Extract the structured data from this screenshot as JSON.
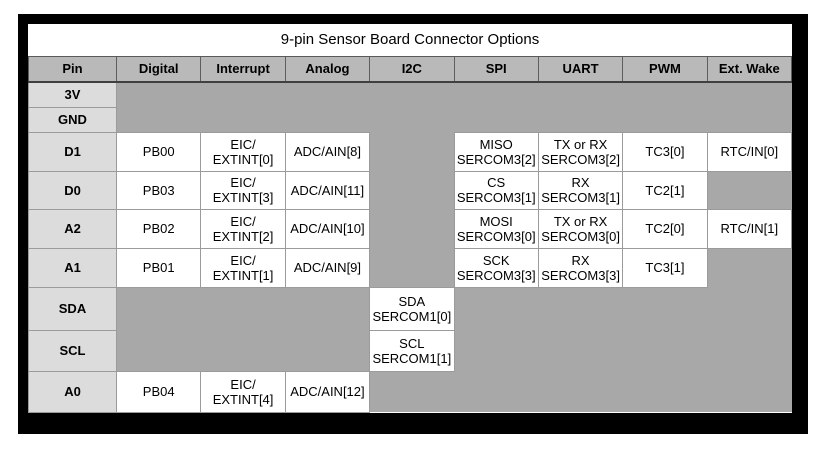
{
  "table": {
    "title": "9-pin Sensor Board Connector Options",
    "columns": [
      "Pin",
      "Digital",
      "Interrupt",
      "Analog",
      "I2C",
      "SPI",
      "UART",
      "PWM",
      "Ext. Wake"
    ],
    "rows": [
      {
        "pin": "3V",
        "cells": [
          "",
          "",
          "",
          "",
          "",
          "",
          "",
          ""
        ]
      },
      {
        "pin": "GND",
        "cells": [
          "",
          "",
          "",
          "",
          "",
          "",
          "",
          ""
        ]
      },
      {
        "pin": "D1",
        "cells": [
          "PB00",
          "EIC/\nEXTINT[0]",
          "ADC/AIN[8]",
          "",
          "MISO\nSERCOM3[2]",
          "TX or RX\nSERCOM3[2]",
          "TC3[0]",
          "RTC/IN[0]"
        ]
      },
      {
        "pin": "D0",
        "cells": [
          "PB03",
          "EIC/\nEXTINT[3]",
          "ADC/AIN[11]",
          "",
          "CS\nSERCOM3[1]",
          "RX\nSERCOM3[1]",
          "TC2[1]",
          ""
        ]
      },
      {
        "pin": "A2",
        "cells": [
          "PB02",
          "EIC/\nEXTINT[2]",
          "ADC/AIN[10]",
          "",
          "MOSI\nSERCOM3[0]",
          "TX or RX\nSERCOM3[0]",
          "TC2[0]",
          "RTC/IN[1]"
        ]
      },
      {
        "pin": "A1",
        "cells": [
          "PB01",
          "EIC/\nEXTINT[1]",
          "ADC/AIN[9]",
          "",
          "SCK\nSERCOM3[3]",
          "RX\nSERCOM3[3]",
          "TC3[1]",
          ""
        ]
      },
      {
        "pin": "SDA",
        "cells": [
          "",
          "",
          "",
          "SDA\nSERCOM1[0]",
          "",
          "",
          "",
          ""
        ]
      },
      {
        "pin": "SCL",
        "cells": [
          "",
          "",
          "",
          "SCL\nSERCOM1[1]",
          "",
          "",
          "",
          ""
        ]
      },
      {
        "pin": "A0",
        "cells": [
          "PB04",
          "EIC/\nEXTINT[4]",
          "ADC/AIN[12]",
          "",
          "",
          "",
          "",
          ""
        ]
      }
    ]
  },
  "colors": {
    "frame": "#000000",
    "header_bg": "#b9b9b9",
    "pin_bg": "#dcdcdc",
    "empty_bg": "#a8a8a8",
    "cell_bg": "#ffffff",
    "grid": "#9b9b9b"
  }
}
